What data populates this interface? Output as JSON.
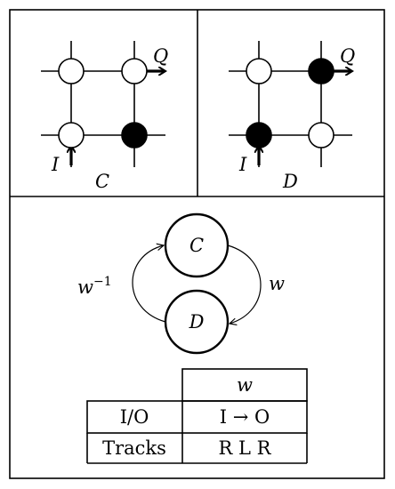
{
  "panel_c": {
    "caption": "C",
    "input_label": "I",
    "output_label": "Q",
    "nodes": [
      {
        "name": "node-top-left",
        "filled": false
      },
      {
        "name": "node-top-right",
        "filled": false
      },
      {
        "name": "node-bottom-left",
        "filled": false
      },
      {
        "name": "node-bottom-right",
        "filled": true
      }
    ]
  },
  "panel_d": {
    "caption": "D",
    "input_label": "I",
    "output_label": "Q",
    "nodes": [
      {
        "name": "node-top-left",
        "filled": false
      },
      {
        "name": "node-top-right",
        "filled": true
      },
      {
        "name": "node-bottom-left",
        "filled": true
      },
      {
        "name": "node-bottom-right",
        "filled": false
      }
    ]
  },
  "state_graph": {
    "state_top": "C",
    "state_bottom": "D",
    "edge_right_label": "w",
    "edge_left_label_base": "w",
    "edge_left_label_sup": "−1"
  },
  "table": {
    "column_header": "w",
    "rows": [
      {
        "label": "I/O",
        "value": "I → O"
      },
      {
        "label": "Tracks",
        "value": "R L R"
      }
    ]
  }
}
